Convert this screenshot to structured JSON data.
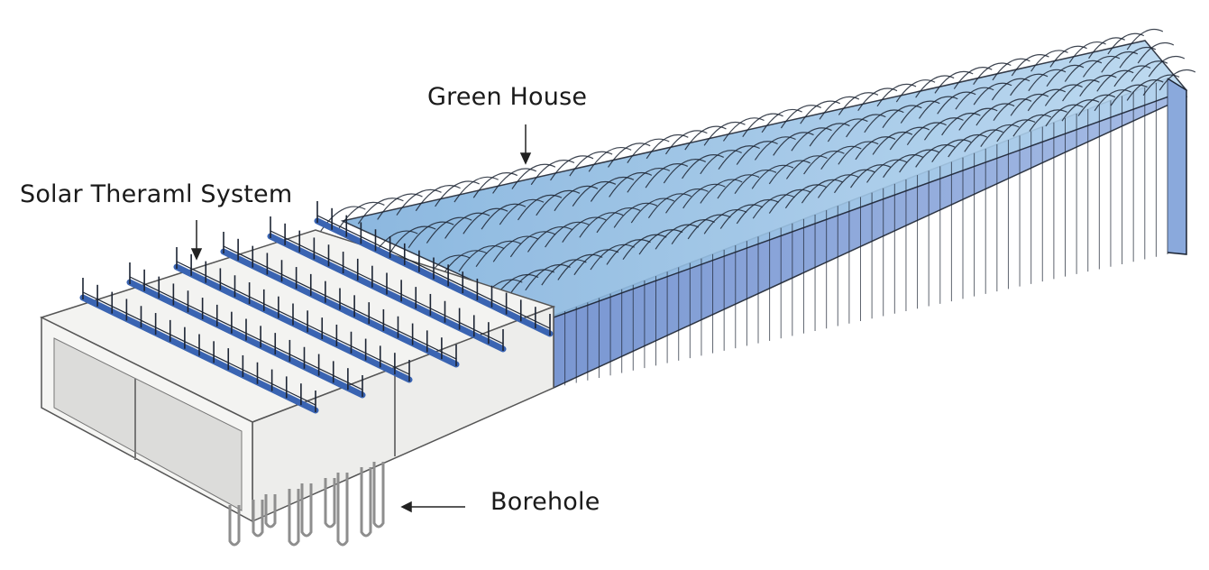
{
  "labels": {
    "green_house": "Green House",
    "solar_thermal_system": "Solar Theraml System",
    "borehole": "Borehole"
  },
  "colors": {
    "glass_face": "#7e9ed6",
    "glass_roof": "#9cc4e6",
    "frame_line": "#1c2433",
    "platform": "#f2f2f0",
    "platform_inner": "#dcdcda",
    "panel": "#3a64b2",
    "pipe": "#9a9a9a",
    "arrow": "#222222"
  },
  "icons": {
    "label_pointer": "arrow-icon"
  }
}
